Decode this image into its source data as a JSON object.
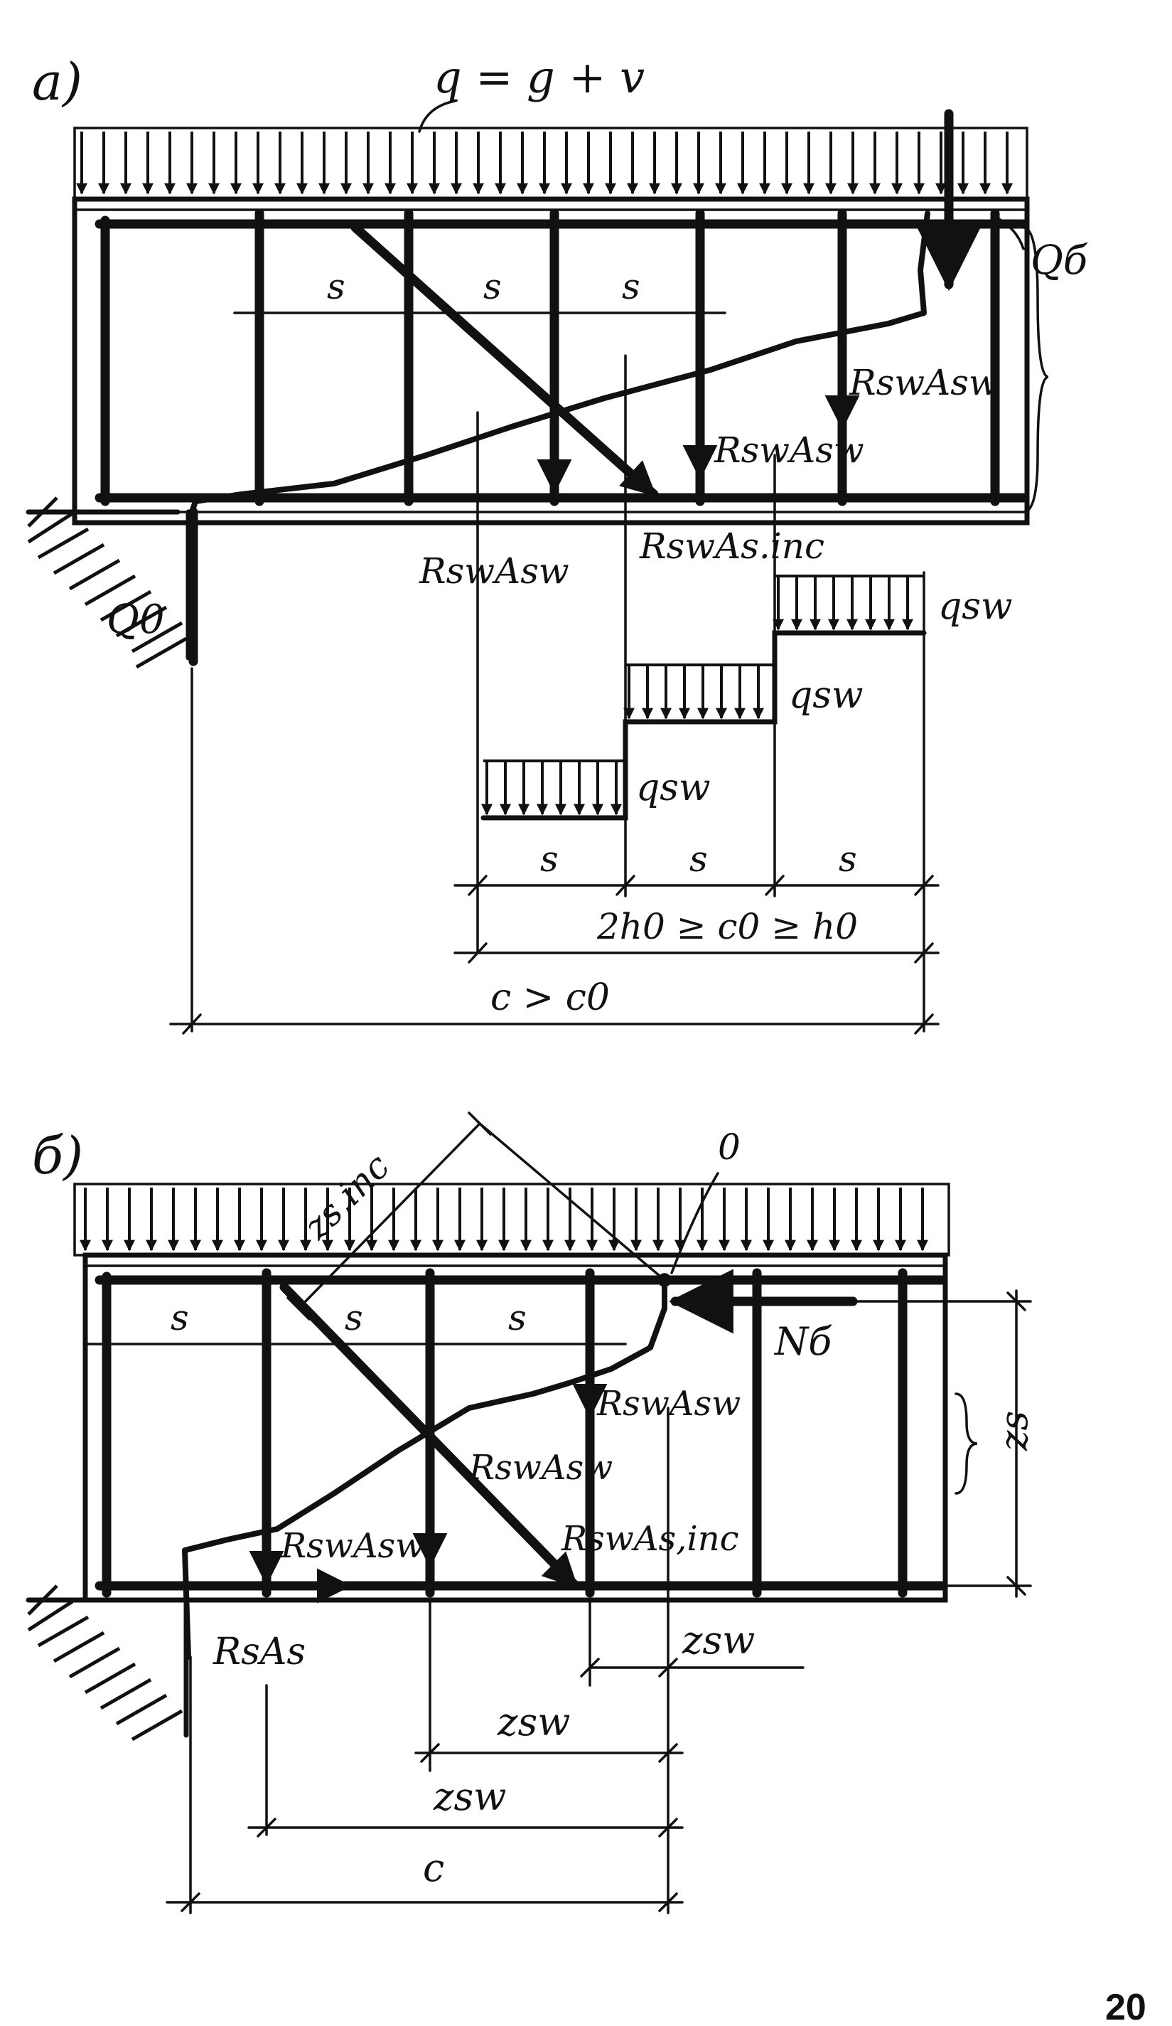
{
  "panel_a": {
    "label": "a)",
    "load_label": "q = g + v",
    "compression_force": "Qб",
    "support_reaction": "Q0",
    "spacing_label": "s",
    "stirrup_force": "RswAsw",
    "bent_bar_force": "RswAs.inc",
    "distributed_stirrup_load": "qsw",
    "span_c0": "2h0 ≥ c0 ≥ h0",
    "span_c": "c > c0"
  },
  "panel_b": {
    "label": "б)",
    "pivot_point": "0",
    "bent_bar_lever": "zs,inc",
    "compression_force": "Nб",
    "spacing_label": "s",
    "stirrup_force": "RswAsw",
    "bent_bar_force": "RswAs,inc",
    "tension_force": "RsAs",
    "lever_arm": "zs",
    "stirrup_lever": "zsw",
    "span_c": "c"
  },
  "page_number": "20"
}
